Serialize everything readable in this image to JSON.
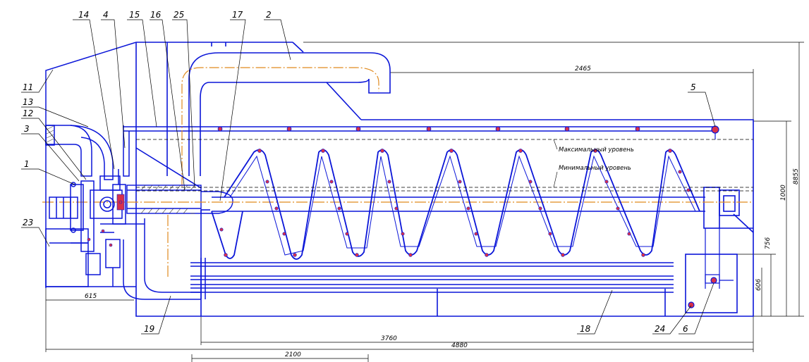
{
  "colors": {
    "outline": "#0b16d8",
    "centerline": "#e08a1e",
    "dimension": "#000000",
    "accent": "#d8304a",
    "hatch": "#444444"
  },
  "level_max_label": "Максимальный уровень",
  "level_min_label": "Минимальный уровень",
  "callouts": {
    "c14": "14",
    "c4": "4",
    "c15": "15",
    "c16": "16",
    "c25": "25",
    "c17": "17",
    "c2": "2",
    "c11": "11",
    "c13": "13",
    "c12": "12",
    "c3": "3",
    "c1": "1",
    "c23": "23",
    "c19": "19",
    "c18": "18",
    "c24": "24",
    "c6": "6",
    "c5": "5"
  },
  "dimensions": {
    "d2465": "2465",
    "d8855": "8855",
    "d1000": "1000",
    "d756": "756",
    "d606": "606",
    "d615": "615",
    "d3760": "3760",
    "d4880": "4880",
    "d2100": "2100"
  }
}
